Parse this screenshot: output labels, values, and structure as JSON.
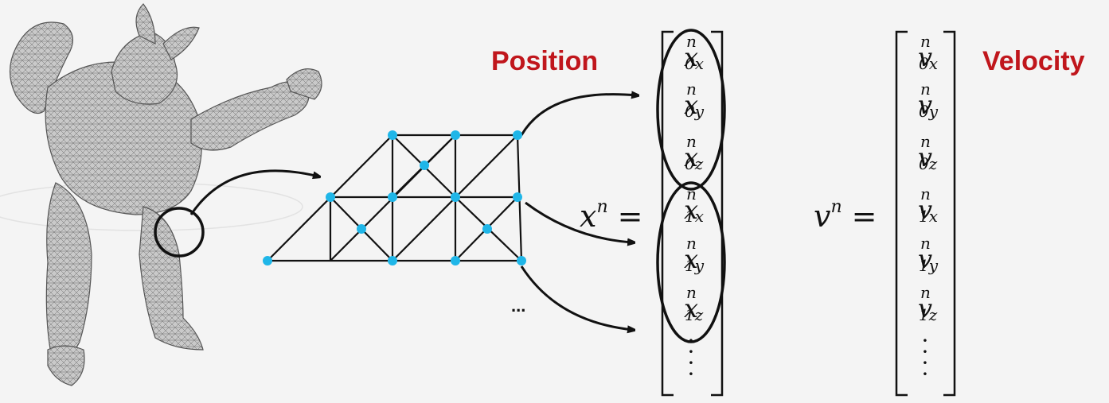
{
  "labels": {
    "position": "Position",
    "velocity": "Velocity",
    "ellipsis": "...",
    "accent_color": "#c0161c"
  },
  "equations": {
    "x_symbol": "x",
    "v_symbol": "v",
    "superscript": "n",
    "equals": "="
  },
  "position_vector": [
    {
      "base": "x",
      "sup": "n",
      "sub": "0x"
    },
    {
      "base": "x",
      "sup": "n",
      "sub": "0y"
    },
    {
      "base": "x",
      "sup": "n",
      "sub": "0z"
    },
    {
      "base": "x",
      "sup": "n",
      "sub": "1x"
    },
    {
      "base": "x",
      "sup": "n",
      "sub": "1y"
    },
    {
      "base": "x",
      "sup": "n",
      "sub": "1z"
    }
  ],
  "velocity_vector": [
    {
      "base": "v",
      "sup": "n",
      "sub": "0x"
    },
    {
      "base": "v",
      "sup": "n",
      "sub": "0y"
    },
    {
      "base": "v",
      "sup": "n",
      "sub": "0z"
    },
    {
      "base": "v",
      "sup": "n",
      "sub": "1x"
    },
    {
      "base": "v",
      "sup": "n",
      "sub": "1y"
    },
    {
      "base": "v",
      "sup": "n",
      "sub": "1z"
    }
  ],
  "mesh": {
    "node_color": "#1fb6e8",
    "edge_color": "#111111"
  },
  "figure": {
    "model_icon": "armadillo-mesh-icon",
    "model_color": "#8a8a8a"
  }
}
